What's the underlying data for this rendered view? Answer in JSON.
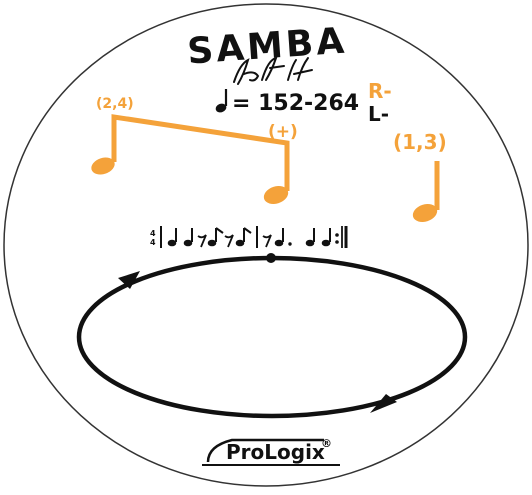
{
  "pad": {
    "title": "SAMBA",
    "tempo_text": "= 152-264",
    "time_signature": {
      "top": "4",
      "bottom": "4"
    },
    "hand_legend": {
      "right": "R-",
      "left": "L-"
    },
    "labels": {
      "beats_24": "(2,4)",
      "plus": "(+)",
      "beats_13": "(1,3)"
    },
    "brand": {
      "name": "ProLogix",
      "reg": "®"
    },
    "colors": {
      "accent": "#F4A23A",
      "ink": "#111111",
      "background": "#FFFFFF"
    },
    "icons": [
      "quarter-note-icon",
      "arrow-icon",
      "signature-mark"
    ]
  }
}
